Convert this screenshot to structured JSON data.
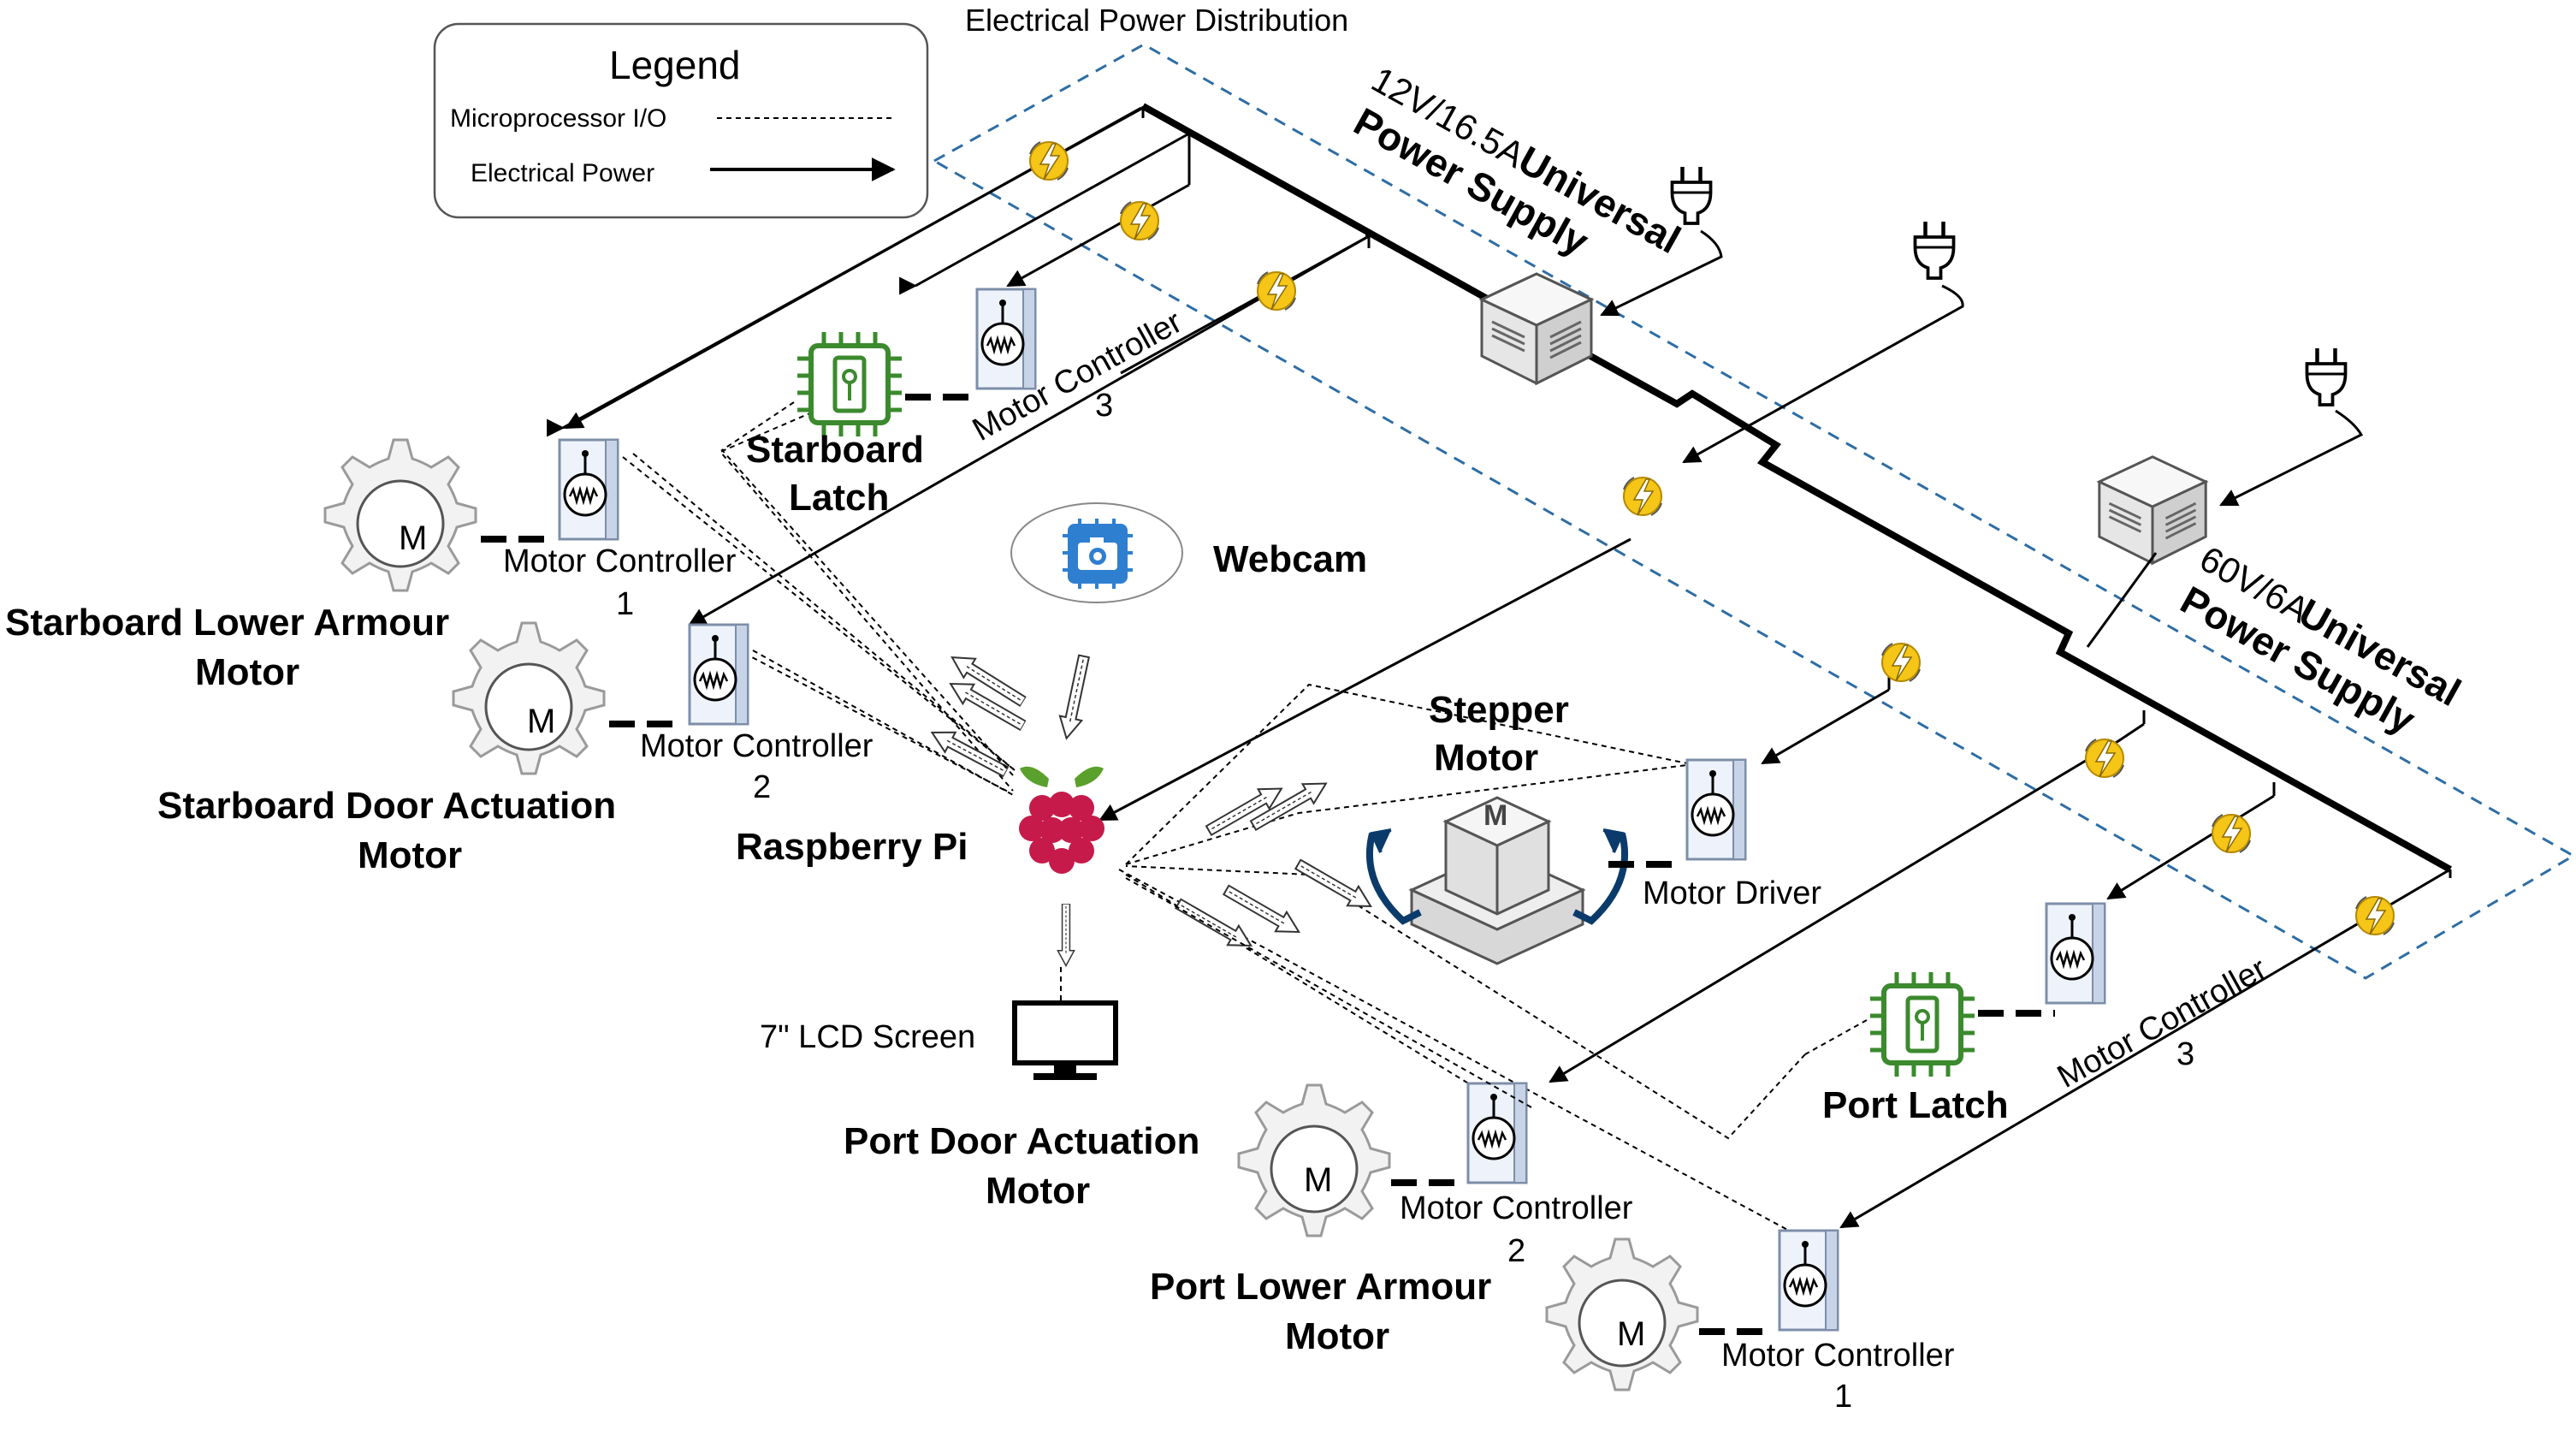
{
  "title": "Electrical Power Distribution",
  "legend": {
    "title": "Legend",
    "io_label": "Microprocessor I/O",
    "power_label": "Electrical Power"
  },
  "power_supplies": {
    "psu_12v": {
      "rating": "12V/16.5A",
      "name_line1": "Universal",
      "name_line2": "Power Supply"
    },
    "psu_60v": {
      "rating": "60V/6A",
      "name_line1": "Universal",
      "name_line2": "Power Supply"
    }
  },
  "labels": {
    "webcam": "Webcam",
    "raspberry_pi": "Raspberry Pi",
    "lcd": "7\" LCD Screen",
    "stepper_motor_l1": "Stepper",
    "stepper_motor_l2": "Motor",
    "motor_driver": "Motor Driver",
    "starboard_latch_l1": "Starboard",
    "starboard_latch_l2": "Latch",
    "port_latch": "Port Latch",
    "sb_lower_armour_l1": "Starboard Lower Armour",
    "sb_lower_armour_l2": "Motor",
    "sb_door_l1": "Starboard Door Actuation",
    "sb_door_l2": "Motor",
    "port_door_l1": "Port Door Actuation",
    "port_door_l2": "Motor",
    "port_lower_l1": "Port Lower Armour",
    "port_lower_l2": "Motor",
    "mc_label": "Motor Controller",
    "mc_num_1": "1",
    "mc_num_2": "2",
    "mc_num_3": "3",
    "motor_letter": "M",
    "stepper_letter": "M"
  },
  "colors": {
    "dashed_border": "#2e6da4",
    "bolt_fill": "#f5c518",
    "chip_green": "#3b8a2e",
    "webcam_blue": "#2f7fd0",
    "pi_red": "#c51a4a",
    "pi_green": "#5aa02c"
  },
  "icons": {
    "plug": "power-plug-icon",
    "bolt": "lightning-bolt-icon",
    "gear": "gear-icon",
    "motor_controller": "motor-controller-icon",
    "chip": "latch-chip-icon",
    "psu": "power-supply-box-icon",
    "webcam": "webcam-chip-icon",
    "pi": "raspberry-pi-icon",
    "lcd": "monitor-icon",
    "stepper": "stepper-motor-icon"
  }
}
